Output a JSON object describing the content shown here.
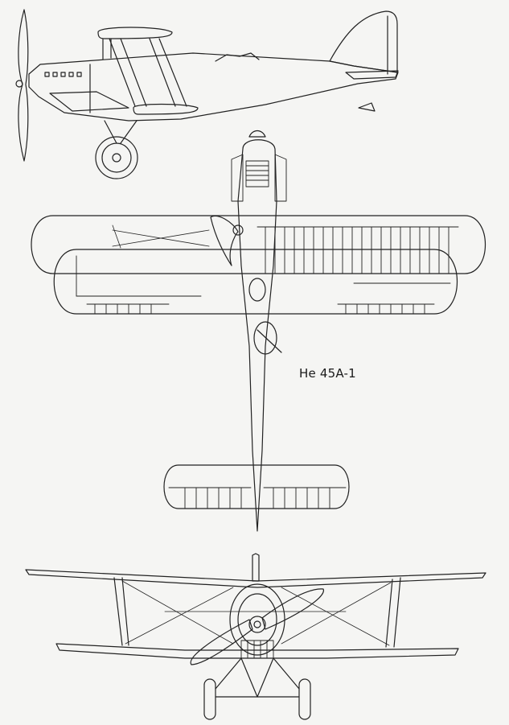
{
  "diagram": {
    "aircraft_label": "He 45A-1",
    "views": [
      "side-view",
      "top-view",
      "front-view"
    ],
    "line_color": "#222222",
    "paper_color": "#f5f5f3"
  }
}
